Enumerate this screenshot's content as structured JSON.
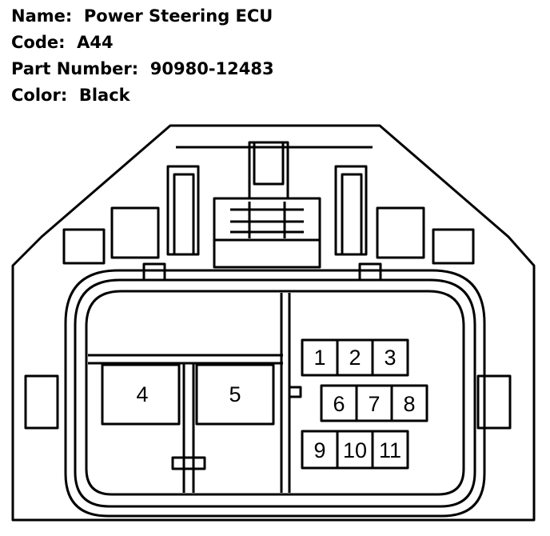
{
  "info": {
    "name_label": "Name:",
    "name_value": "Power Steering ECU",
    "code_label": "Code:",
    "code_value": "A44",
    "part_label": "Part Number:",
    "part_value": "90980-12483",
    "color_label": "Color:",
    "color_value": "Black"
  },
  "connector": {
    "large_pins": {
      "pin_4": "4",
      "pin_5": "5"
    },
    "small_pins": {
      "pin_1": "1",
      "pin_2": "2",
      "pin_3": "3",
      "pin_6": "6",
      "pin_7": "7",
      "pin_8": "8",
      "pin_9": "9",
      "pin_10": "10",
      "pin_11": "11"
    }
  },
  "colors": {
    "line": "#000000",
    "background": "#ffffff"
  }
}
